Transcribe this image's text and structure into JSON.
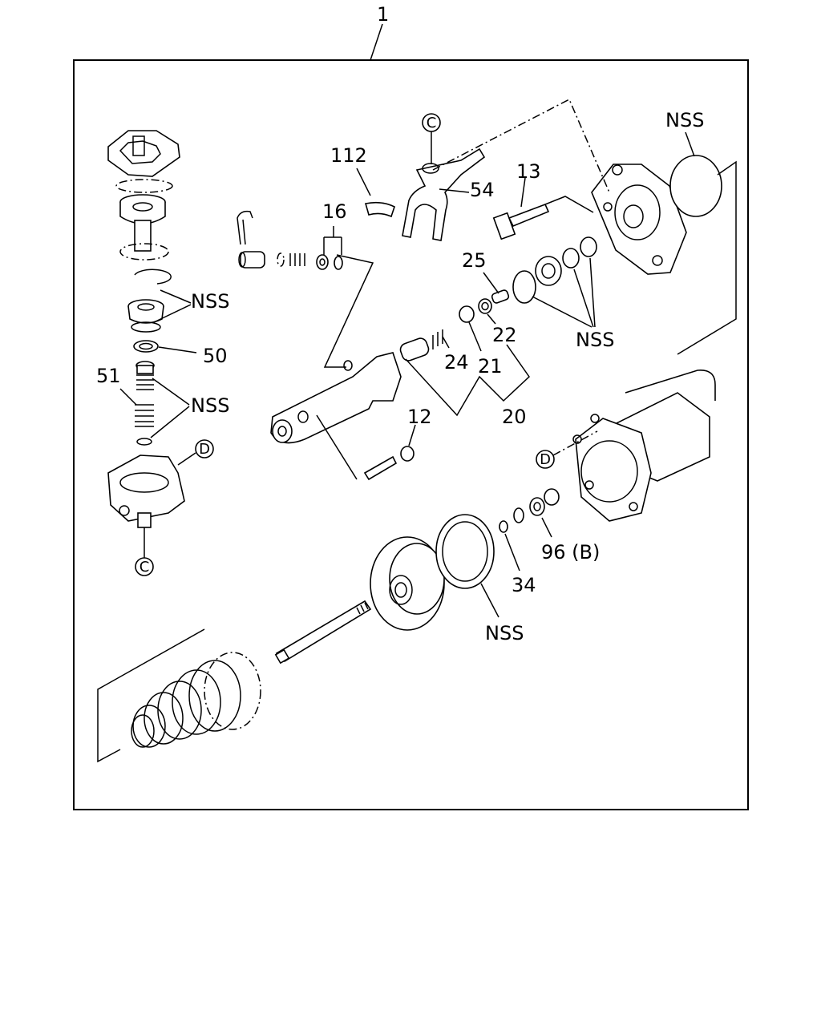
{
  "callouts": {
    "assembly": "1",
    "part_112": "112",
    "part_16": "16",
    "part_13": "13",
    "part_54": "54",
    "part_25": "25",
    "part_22": "22",
    "part_24": "24",
    "part_21": "21",
    "part_20": "20",
    "part_12": "12",
    "part_50": "50",
    "part_51": "51",
    "part_34": "34",
    "part_96b": "96 (B)",
    "nss_top_right": "NSS",
    "nss_upper_left": "NSS",
    "nss_middle_left": "NSS",
    "nss_right_rings": "NSS",
    "nss_bottom": "NSS"
  },
  "refs": {
    "c_top": "C",
    "c_bottom": "C",
    "d_left": "D",
    "d_right": "D"
  }
}
